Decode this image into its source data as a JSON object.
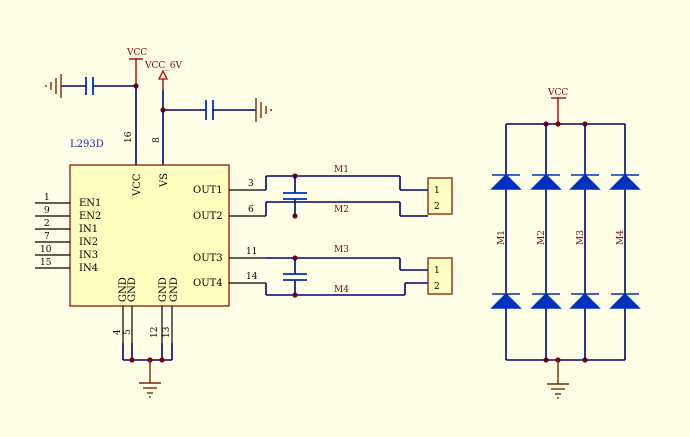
{
  "chip": {
    "name": "L293D",
    "left_pins": [
      {
        "num": "1",
        "label": "EN1"
      },
      {
        "num": "9",
        "label": "EN2"
      },
      {
        "num": "2",
        "label": "IN1"
      },
      {
        "num": "7",
        "label": "IN2"
      },
      {
        "num": "10",
        "label": "IN3"
      },
      {
        "num": "15",
        "label": "IN4"
      }
    ],
    "right_pins": [
      {
        "num": "3",
        "label": "OUT1"
      },
      {
        "num": "6",
        "label": "OUT2"
      },
      {
        "num": "11",
        "label": "OUT3"
      },
      {
        "num": "14",
        "label": "OUT4"
      }
    ],
    "top_pins": [
      {
        "num": "16",
        "label": "VCC"
      },
      {
        "num": "8",
        "label": "VS"
      }
    ],
    "bottom_pins": [
      {
        "num": "4",
        "label": "GND"
      },
      {
        "num": "5",
        "label": "GND"
      },
      {
        "num": "12",
        "label": "GND"
      },
      {
        "num": "13",
        "label": "GND"
      }
    ]
  },
  "power": {
    "vcc": "VCC",
    "vcc_6v": "VCC_6V",
    "diode_vcc": "VCC"
  },
  "motors": [
    {
      "label": "M1"
    },
    {
      "label": "M2"
    },
    {
      "label": "M3"
    },
    {
      "label": "M4"
    }
  ],
  "connectors": [
    {
      "pins": [
        "1",
        "2"
      ]
    },
    {
      "pins": [
        "1",
        "2"
      ]
    }
  ],
  "diode_columns": [
    "M1",
    "M2",
    "M3",
    "M4"
  ]
}
